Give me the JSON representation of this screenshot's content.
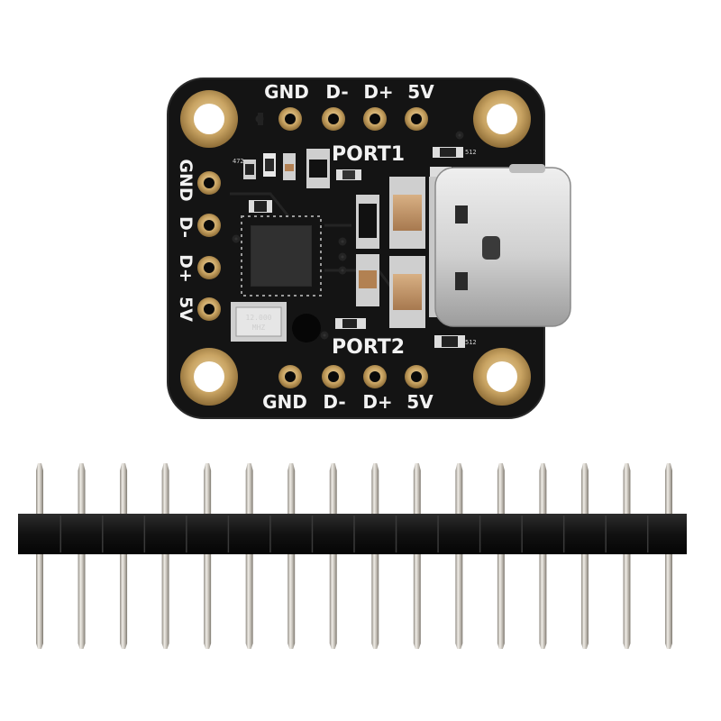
{
  "board": {
    "top_labels": [
      "GND",
      "D-",
      "D+",
      "5V"
    ],
    "bottom_labels": [
      "GND",
      "D-",
      "D+",
      "5V"
    ],
    "left_labels": [
      "GND",
      "D-",
      "D+",
      "5V"
    ],
    "port1_label": "PORT1",
    "port2_label": "PORT2",
    "crystal_text": [
      "12.000",
      "MHZ"
    ],
    "resistor_codes": [
      "472",
      "472",
      "512",
      "512"
    ]
  },
  "header": {
    "pin_count": 16
  },
  "colors": {
    "pcb": "#141414",
    "pad_gold": "#c9a463",
    "silkscreen": "#f2f2f2",
    "pin_metal": "#c8c4bd",
    "header_plastic": "#1a1a1a",
    "usb_c_shell": "#d7d7d7"
  }
}
